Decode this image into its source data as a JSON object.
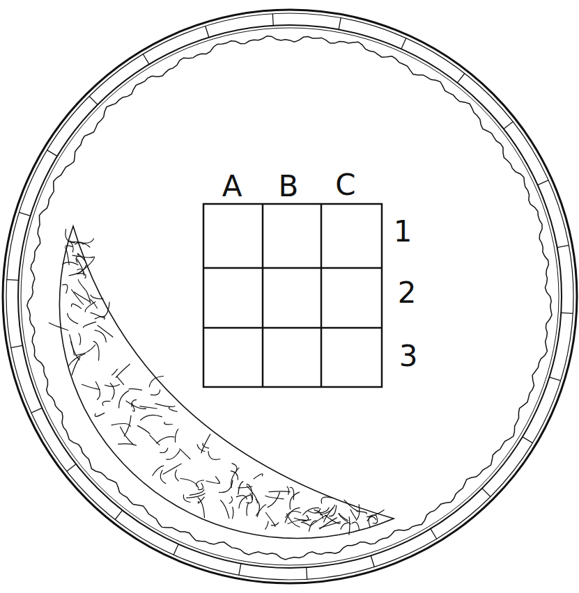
{
  "diagram": {
    "labels": [
      "A",
      "B",
      "C",
      "1",
      "2",
      "3"
    ]
  }
}
